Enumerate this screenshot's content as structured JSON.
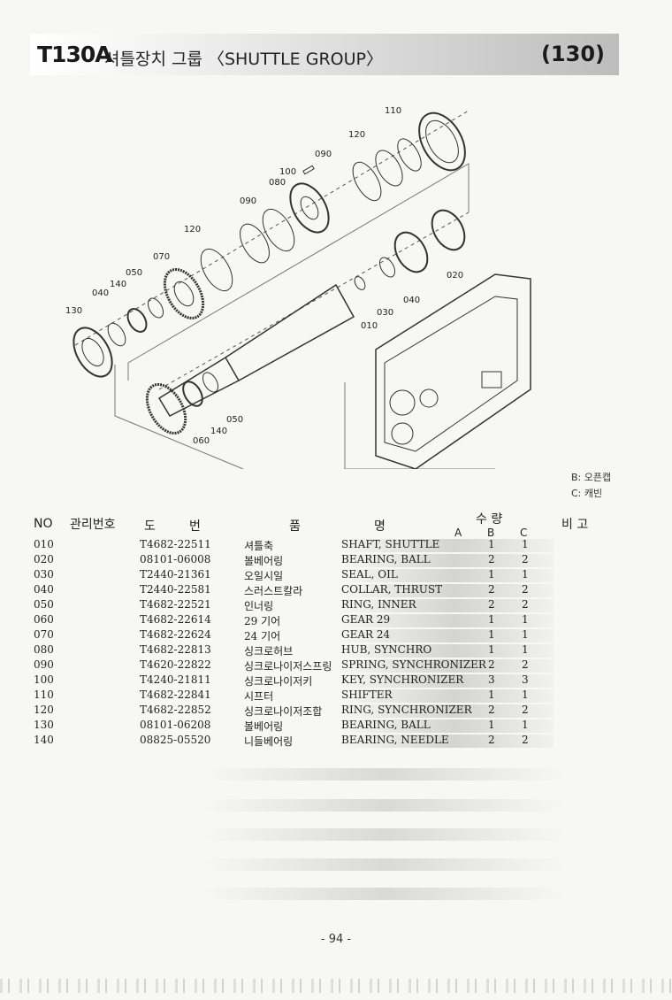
{
  "header": {
    "code": "T130A",
    "title": "셔틀장치 그룹 〈SHUTTLE GROUP〉",
    "page_ref": "(130)"
  },
  "diagram": {
    "callouts": [
      "110",
      "120",
      "090",
      "100",
      "080",
      "090",
      "120",
      "070",
      "050",
      "140",
      "040",
      "130",
      "020",
      "030",
      "040",
      "010",
      "050",
      "140",
      "060"
    ]
  },
  "legend": {
    "b": "B: 오픈캡",
    "c": "C: 캐빈"
  },
  "table": {
    "headers": {
      "no": "NO",
      "mgmt": "관리번호",
      "drawing_1": "도",
      "drawing_2": "번",
      "name_1": "품",
      "name_2": "명",
      "qty": "수 량",
      "a": "A",
      "b": "B",
      "c": "C",
      "remarks": "비 고"
    },
    "rows": [
      {
        "no": "010",
        "part": "T4682-22511",
        "kr": "셔틀축",
        "en": "SHAFT, SHUTTLE",
        "b": "1",
        "c": "1"
      },
      {
        "no": "020",
        "part": "08101-06008",
        "kr": "볼베어링",
        "en": "BEARING, BALL",
        "b": "2",
        "c": "2"
      },
      {
        "no": "030",
        "part": "T2440-21361",
        "kr": "오일시일",
        "en": "SEAL, OIL",
        "b": "1",
        "c": "1"
      },
      {
        "no": "040",
        "part": "T2440-22581",
        "kr": "스러스트칼라",
        "en": "COLLAR, THRUST",
        "b": "2",
        "c": "2"
      },
      {
        "no": "050",
        "part": "T4682-22521",
        "kr": "인너링",
        "en": "RING, INNER",
        "b": "2",
        "c": "2"
      },
      {
        "no": "060",
        "part": "T4682-22614",
        "kr": "29 기어",
        "en": "GEAR 29",
        "b": "1",
        "c": "1"
      },
      {
        "no": "070",
        "part": "T4682-22624",
        "kr": "24 기어",
        "en": "GEAR 24",
        "b": "1",
        "c": "1"
      },
      {
        "no": "080",
        "part": "T4682-22813",
        "kr": "싱크로허브",
        "en": "HUB, SYNCHRO",
        "b": "1",
        "c": "1"
      },
      {
        "no": "090",
        "part": "T4620-22822",
        "kr": "싱크로나이저스프링",
        "en": "SPRING, SYNCHRONIZER",
        "b": "2",
        "c": "2"
      },
      {
        "no": "100",
        "part": "T4240-21811",
        "kr": "싱크로나이저키",
        "en": "KEY, SYNCHRONIZER",
        "b": "3",
        "c": "3"
      },
      {
        "no": "110",
        "part": "T4682-22841",
        "kr": "시프터",
        "en": "SHIFTER",
        "b": "1",
        "c": "1"
      },
      {
        "no": "120",
        "part": "T4682-22852",
        "kr": "싱크로나이저조합",
        "en": "RING, SYNCHRONIZER",
        "b": "2",
        "c": "2"
      },
      {
        "no": "130",
        "part": "08101-06208",
        "kr": "볼베어링",
        "en": "BEARING, BALL",
        "b": "1",
        "c": "1"
      },
      {
        "no": "140",
        "part": "08825-05520",
        "kr": "니들베어링",
        "en": "BEARING, NEEDLE",
        "b": "2",
        "c": "2"
      }
    ]
  },
  "footer": {
    "page": "- 94 -"
  }
}
